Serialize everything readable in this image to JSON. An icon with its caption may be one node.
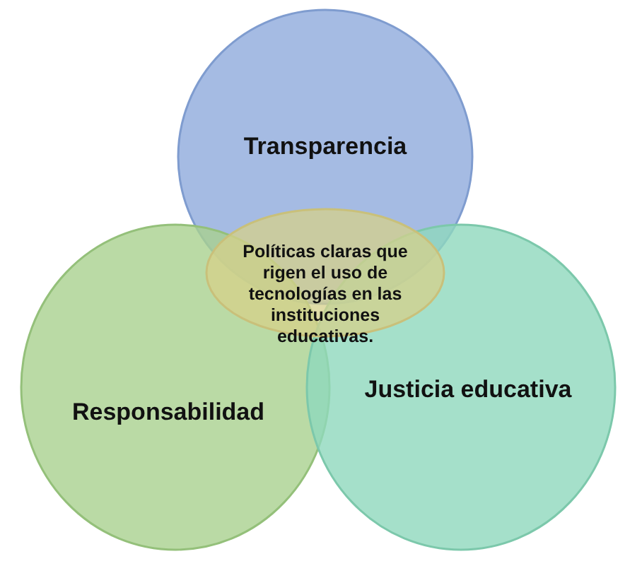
{
  "diagram": {
    "nodes": [
      {
        "text": [
          "Transparencia"
        ]
      },
      {
        "text": [
          "Responsabilidad"
        ]
      },
      {
        "text": [
          "Justicia educativa"
        ]
      },
      {
        "text": [
          "Políticas claras que rigen el uso de tecnologías en las instituciones educativas."
        ]
      }
    ]
  }
}
